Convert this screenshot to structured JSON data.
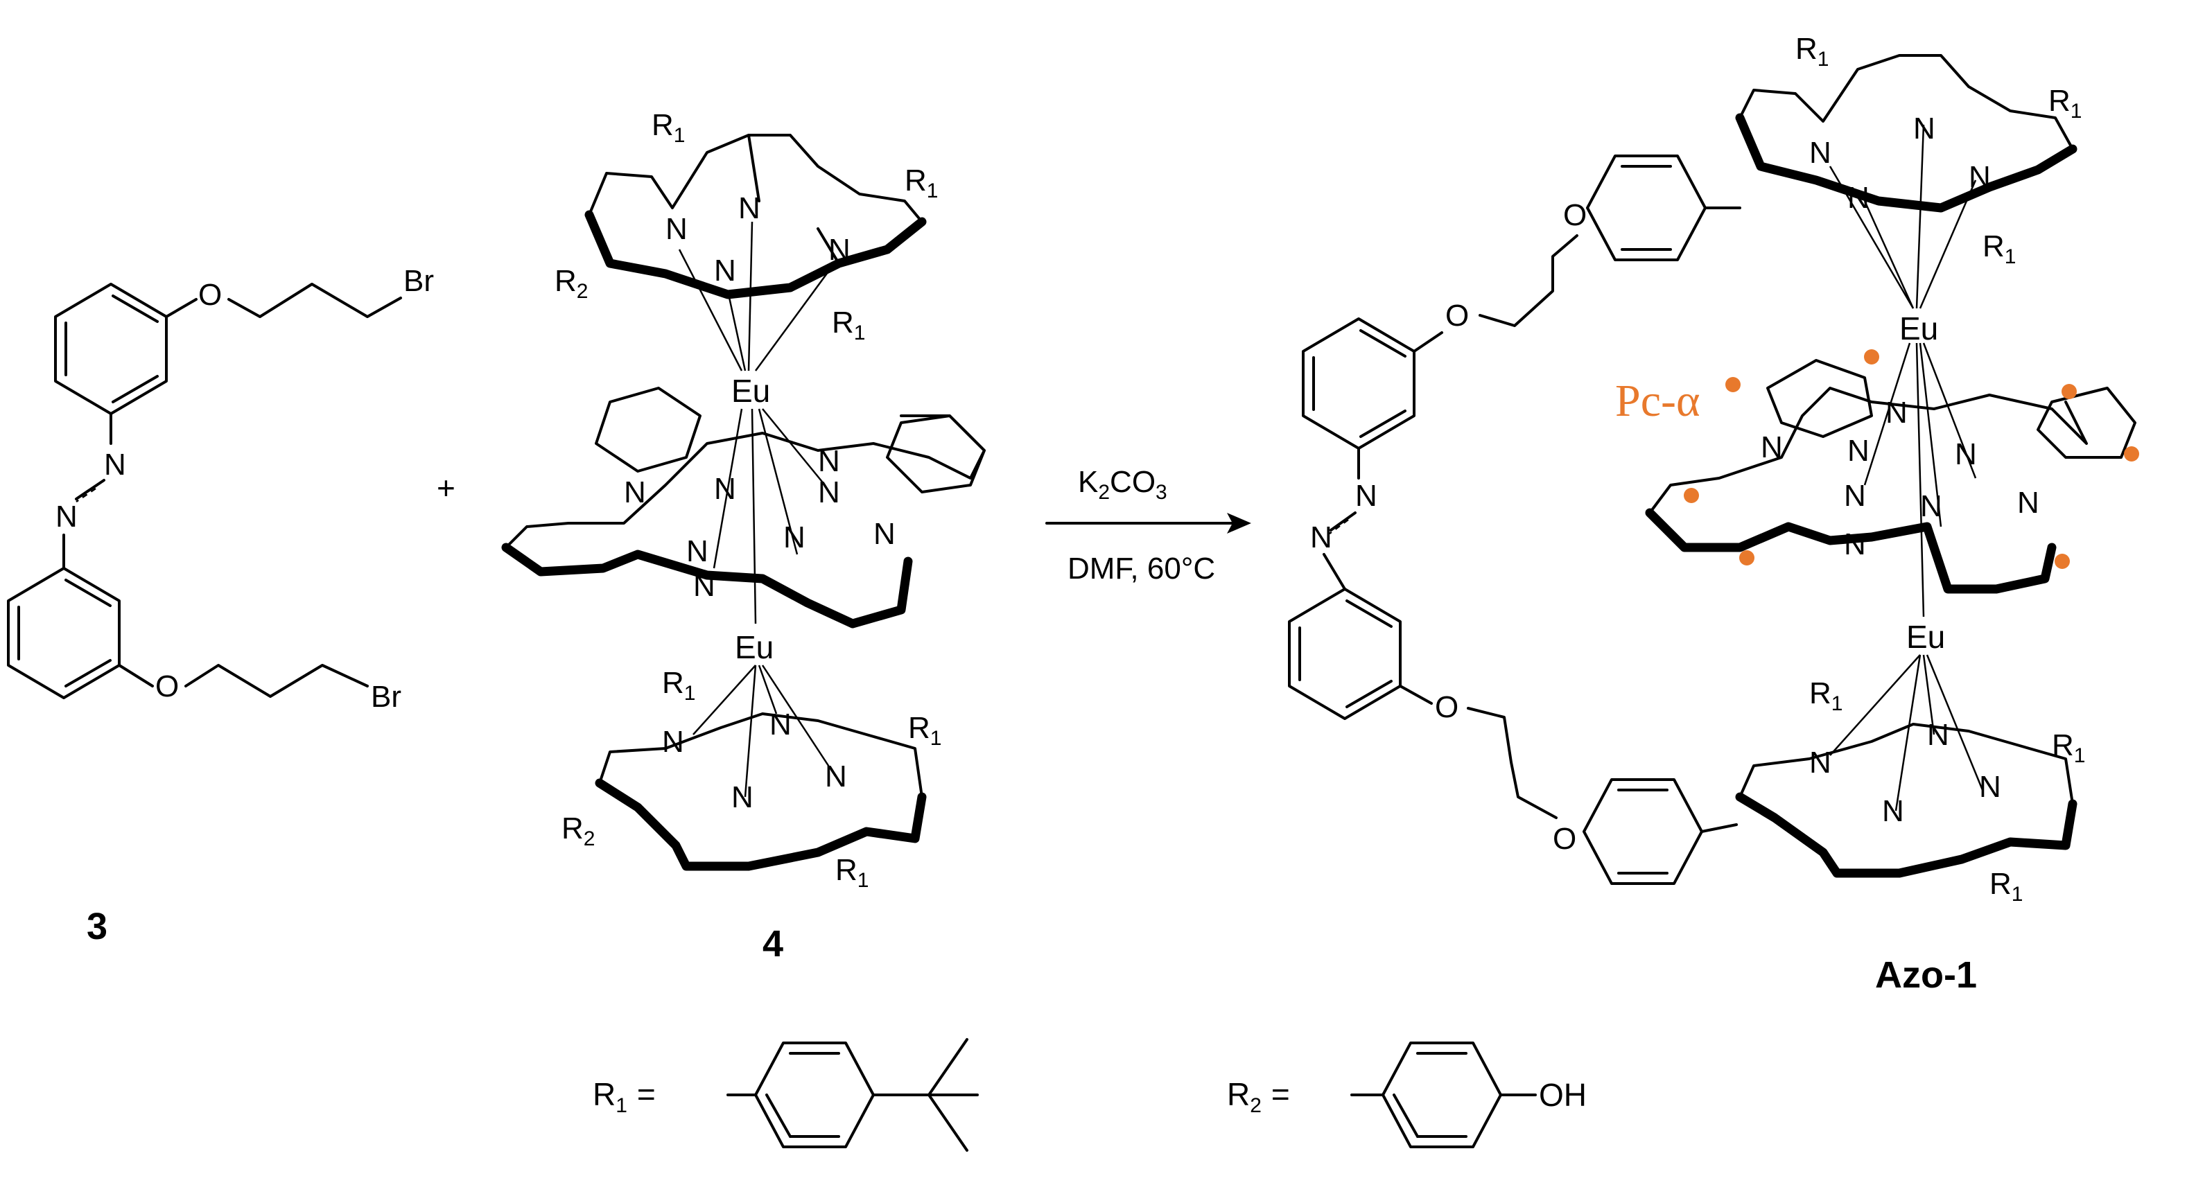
{
  "compounds": {
    "azo_dibromide": {
      "number": "3",
      "br_label": "Br",
      "o_label": "O",
      "n_label": "N"
    },
    "triple_decker": {
      "number": "4",
      "metal": "Eu",
      "n_label": "N",
      "r1": "R",
      "r1_sub": "1",
      "r2": "R",
      "r2_sub": "2"
    },
    "product": {
      "name": "Azo-1",
      "metal": "Eu",
      "o_label": "O",
      "n_label": "N",
      "r1": "R",
      "r1_sub": "1",
      "pc_label": "Pc-α"
    }
  },
  "plus_sign": "+",
  "reaction": {
    "reagent": "K",
    "reagent_sub": "2",
    "reagent_tail": "CO",
    "reagent_sub2": "3",
    "conditions": "DMF,  60°C"
  },
  "substituents": {
    "r1_def": {
      "label": "R",
      "sub": "1",
      "eq": "="
    },
    "r2_def": {
      "label": "R",
      "sub": "2",
      "eq": "=",
      "oh": "OH"
    }
  },
  "colors": {
    "line": "#000000",
    "highlight": "#e8792c"
  }
}
